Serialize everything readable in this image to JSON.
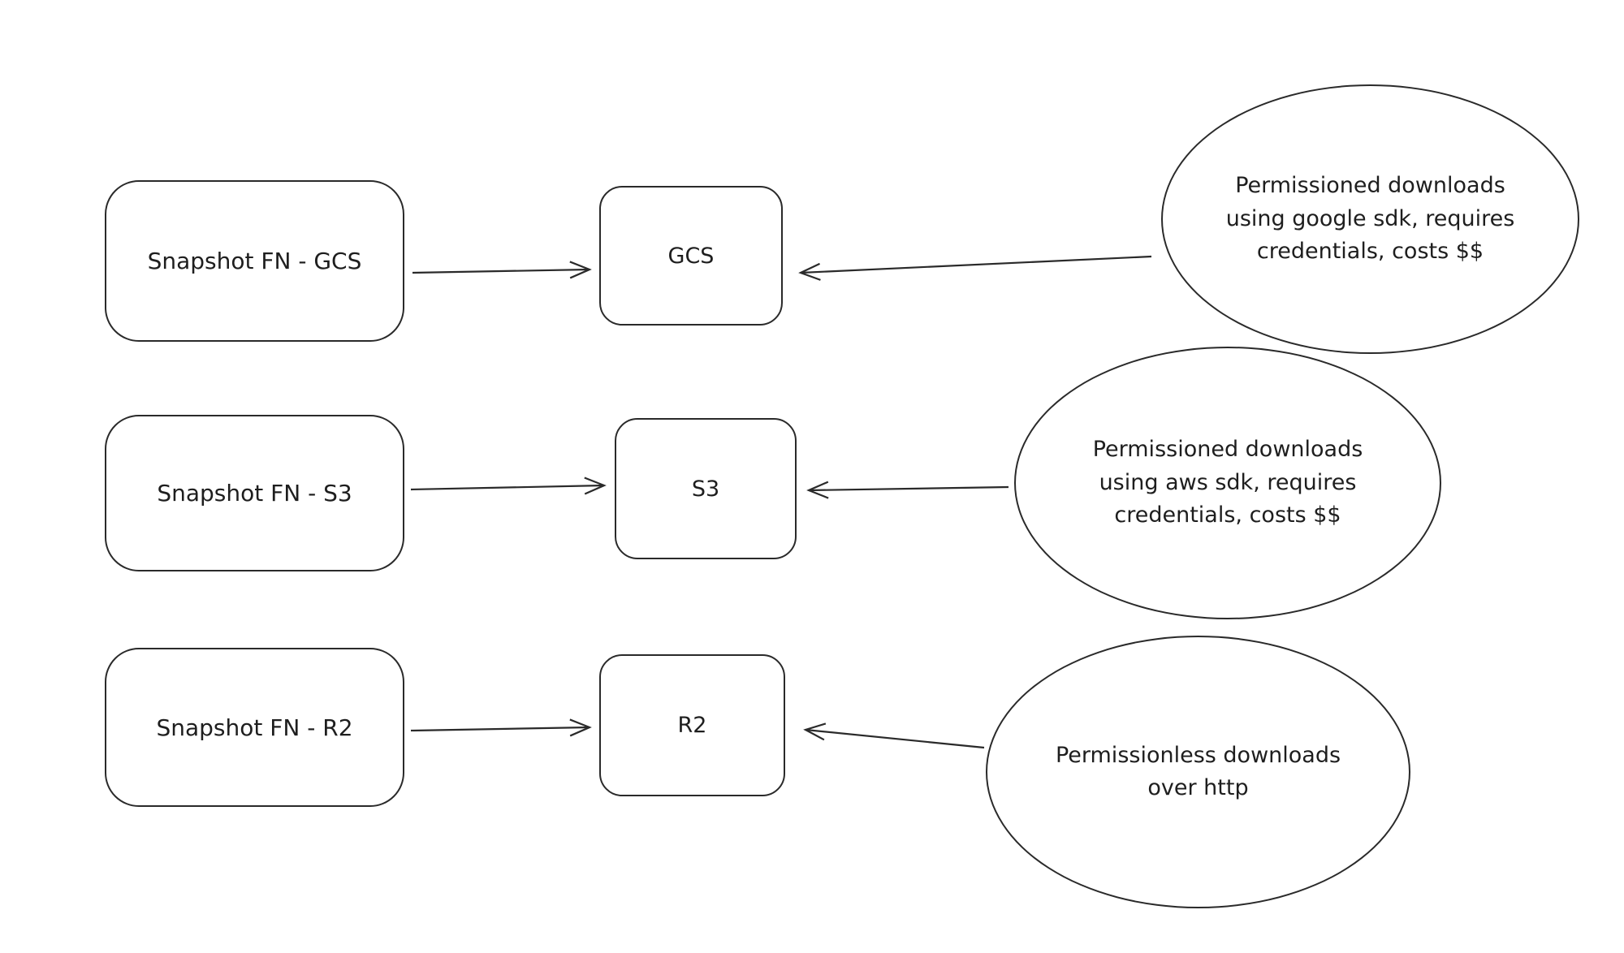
{
  "diagram": {
    "background_color": "#ffffff",
    "stroke_color": "#2a2a2a",
    "rows": [
      {
        "source": "Snapshot FN - GCS",
        "target": "GCS",
        "note": "Permissioned downloads using google sdk, requires credentials, costs $$"
      },
      {
        "source": "Snapshot FN - S3",
        "target": "S3",
        "note": "Permissioned downloads using aws sdk, requires credentials, costs $$"
      },
      {
        "source": "Snapshot FN - R2",
        "target": "R2",
        "note": "Permissionless downloads over http"
      }
    ]
  }
}
